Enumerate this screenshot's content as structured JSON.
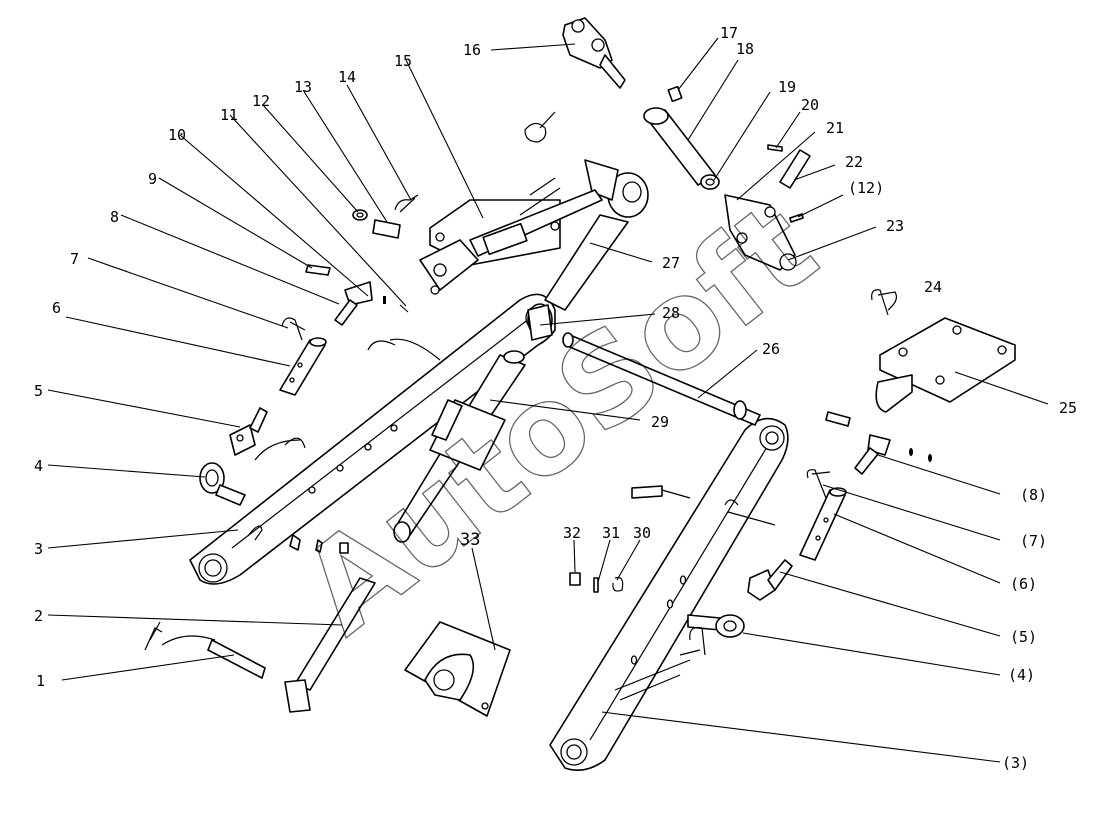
{
  "watermark": "AutoSoft",
  "labels": {
    "n1": "1",
    "n2": "2",
    "n3": "3",
    "n4": "4",
    "n5": "5",
    "n6": "6",
    "n7": "7",
    "n8": "8",
    "n9": "9",
    "n10": "10",
    "n11": "11",
    "n12": "12",
    "n13": "13",
    "n14": "14",
    "n15": "15",
    "n16": "16",
    "n17": "17",
    "n18": "18",
    "n19": "19",
    "n20": "20",
    "n21": "21",
    "n22": "22",
    "p12": "(12)",
    "n23": "23",
    "n24": "24",
    "n25": "25",
    "n26": "26",
    "n27": "27",
    "n28": "28",
    "n29": "29",
    "n30": "30",
    "n31": "31",
    "n32": "32",
    "n33": "33",
    "p8": "(8)",
    "p7": "(7)",
    "p6": "(6)",
    "p5": "(5)",
    "p4": "(4)",
    "p3": "(3)"
  }
}
